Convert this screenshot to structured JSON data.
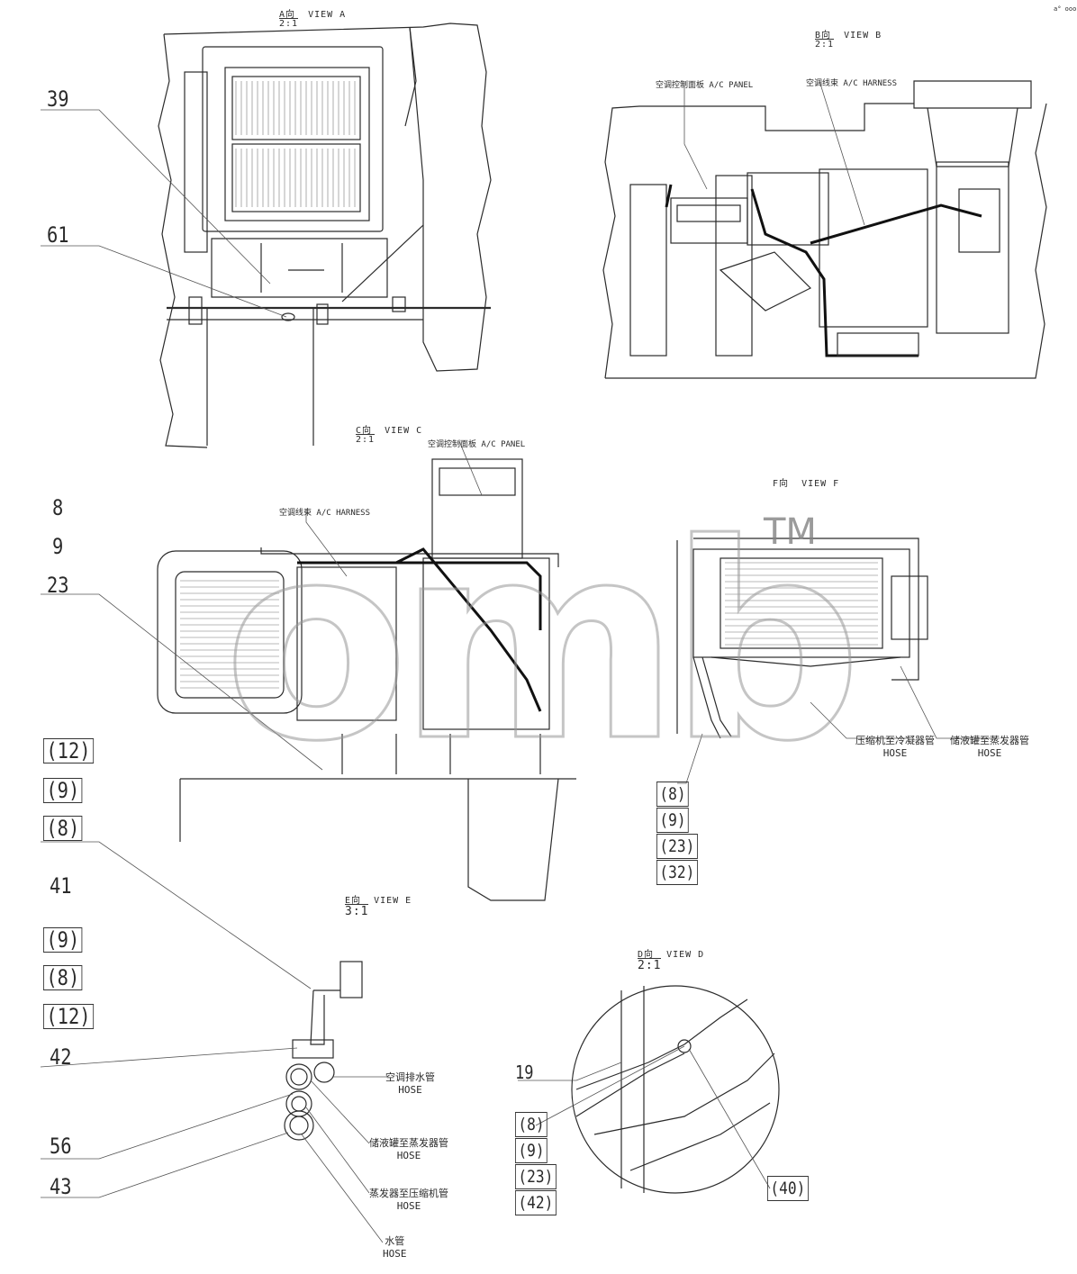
{
  "page_mark": "a° ooo",
  "views": {
    "a": {
      "cn": "A向",
      "en": "VIEW A",
      "scale": "2:1"
    },
    "b": {
      "cn": "B向",
      "en": "VIEW B",
      "scale": "2:1"
    },
    "c": {
      "cn": "C向",
      "en": "VIEW C",
      "scale": "2:1"
    },
    "f": {
      "cn": "F向",
      "en": "VIEW F"
    },
    "e": {
      "cn": "E向",
      "en": "VIEW E",
      "scale": "3:1"
    },
    "d": {
      "cn": "D向",
      "en": "VIEW D",
      "scale": "2:1"
    }
  },
  "annotations": {
    "b_panel": "空调控制面板 A/C PANEL",
    "b_harness": "空调线束 A/C HARNESS",
    "c_panel": "空调控制面板 A/C PANEL",
    "c_harness": "空调线束 A/C HARNESS",
    "f_hose1_cn": "压缩机至冷凝器管",
    "f_hose1_en": "HOSE",
    "f_hose2_cn": "储液罐至蒸发器管",
    "f_hose2_en": "HOSE",
    "e_hose1_cn": "空调排水管",
    "e_hose1_en": "HOSE",
    "e_hose2_cn": "储液罐至蒸发器管",
    "e_hose2_en": "HOSE",
    "e_hose3_cn": "蒸发器至压缩机管",
    "e_hose3_en": "HOSE",
    "e_hose4_cn": "水管",
    "e_hose4_en": "HOSE"
  },
  "callouts": {
    "a": [
      "39",
      "61"
    ],
    "c": [
      "8",
      "9",
      "23",
      "(12)",
      "(9)",
      "(8)"
    ],
    "f": [
      "(8)",
      "(9)",
      "(23)",
      "(32)"
    ],
    "e": [
      "41",
      "(9)",
      "(8)",
      "(12)",
      "42",
      "56",
      "43"
    ],
    "d": [
      "19",
      "(8)",
      "(9)",
      "(23)",
      "(42)",
      "(40)"
    ]
  },
  "watermark": {
    "text": "omb",
    "tm": "TM"
  }
}
